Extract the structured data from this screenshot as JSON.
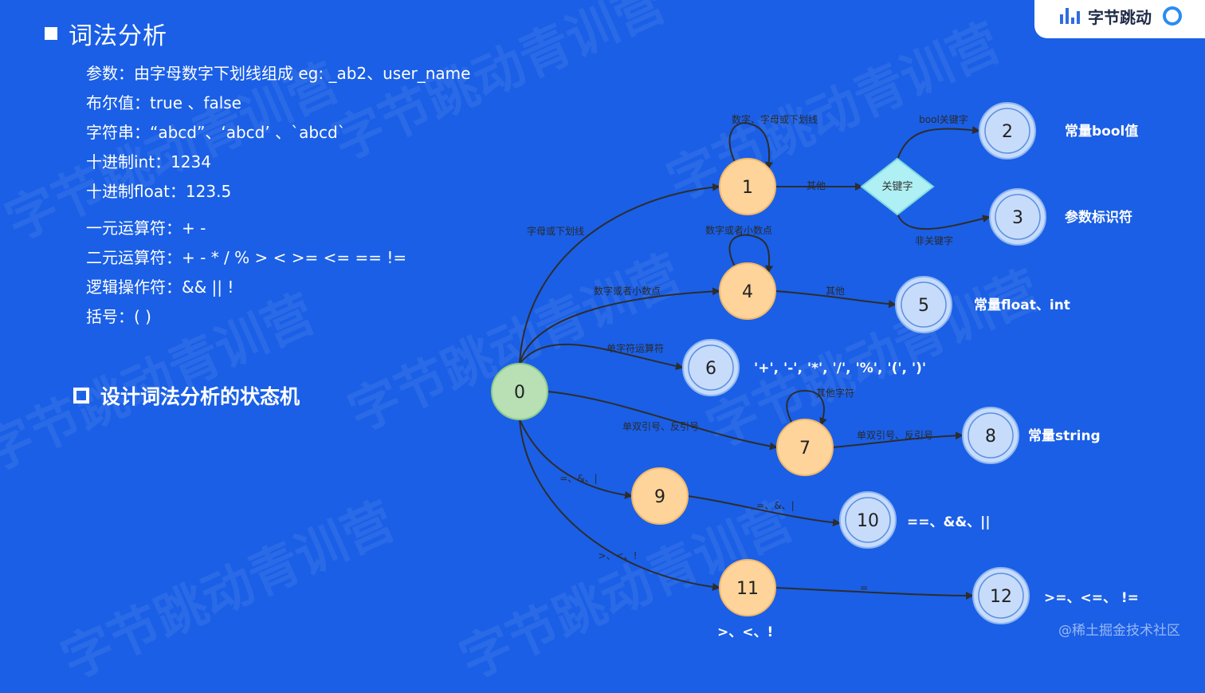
{
  "title": "词法分析",
  "lines": [
    "参数：由字母数字下划线组成 eg: _ab2、user_name",
    "布尔值：true 、false",
    "字符串：“abcd”、‘abcd’ 、`abcd`",
    "十进制int：1234",
    "十进制float：123.5",
    "一元运算符：+ -",
    "二元运算符：+ -   *  /  %  >  <  >=  <= == !=",
    "逻辑操作符：&&  ||  !",
    "括号：( )"
  ],
  "design_heading": "设计词法分析的状态机",
  "brand": {
    "text": "字节跳动"
  },
  "watermark_text": "字节跳动青训营",
  "credit": "@稀土掘金技术社区",
  "colors": {
    "background": "#1a5fe6",
    "start_state": "#b8e0b4",
    "intermediate_state": "#ffd49a",
    "final_state": "#c7dcfb",
    "decision": "#aef0f3"
  },
  "states": [
    {
      "id": "0",
      "label": "0",
      "kind": "start"
    },
    {
      "id": "1",
      "label": "1",
      "kind": "intermediate"
    },
    {
      "id": "2",
      "label": "2",
      "kind": "final"
    },
    {
      "id": "3",
      "label": "3",
      "kind": "final"
    },
    {
      "id": "4",
      "label": "4",
      "kind": "intermediate"
    },
    {
      "id": "5",
      "label": "5",
      "kind": "final"
    },
    {
      "id": "6",
      "label": "6",
      "kind": "final"
    },
    {
      "id": "7",
      "label": "7",
      "kind": "intermediate"
    },
    {
      "id": "8",
      "label": "8",
      "kind": "final"
    },
    {
      "id": "9",
      "label": "9",
      "kind": "intermediate"
    },
    {
      "id": "10",
      "label": "10",
      "kind": "final"
    },
    {
      "id": "11",
      "label": "11",
      "kind": "intermediate"
    },
    {
      "id": "12",
      "label": "12",
      "kind": "final"
    },
    {
      "id": "kw",
      "label": "关键字",
      "kind": "decision"
    }
  ],
  "edges": [
    {
      "from": "0",
      "to": "1",
      "label": "字母或下划线"
    },
    {
      "from": "1",
      "to": "1",
      "label": "数字、字母或下划线"
    },
    {
      "from": "1",
      "to": "kw",
      "label": "其他"
    },
    {
      "from": "kw",
      "to": "2",
      "label": "bool关键字"
    },
    {
      "from": "kw",
      "to": "3",
      "label": "非关键字"
    },
    {
      "from": "0",
      "to": "4",
      "label": "数字或者小数点"
    },
    {
      "from": "4",
      "to": "4",
      "label": "数字或者小数点"
    },
    {
      "from": "4",
      "to": "5",
      "label": "其他"
    },
    {
      "from": "0",
      "to": "6",
      "label": "单字符运算符"
    },
    {
      "from": "0",
      "to": "7",
      "label": "单双引号、反引号"
    },
    {
      "from": "7",
      "to": "7",
      "label": "其他字符"
    },
    {
      "from": "7",
      "to": "8",
      "label": "单双引号、反引号"
    },
    {
      "from": "0",
      "to": "9",
      "label": "=、&、|"
    },
    {
      "from": "9",
      "to": "10",
      "label": "=、&、|"
    },
    {
      "from": "0",
      "to": "11",
      "label": ">、<、!"
    },
    {
      "from": "11",
      "to": "12",
      "label": "="
    }
  ],
  "annotations": [
    {
      "state": "2",
      "text": "常量bool值"
    },
    {
      "state": "3",
      "text": "参数标识符"
    },
    {
      "state": "5",
      "text": "常量float、int"
    },
    {
      "state": "6",
      "text": "'+', '-', '*', '/', '%', '(', ')'"
    },
    {
      "state": "8",
      "text": "常量string"
    },
    {
      "state": "10",
      "text": "==、&&、||"
    },
    {
      "state": "11",
      "text": ">、<、!"
    },
    {
      "state": "12",
      "text": ">=、<=、 !="
    }
  ]
}
